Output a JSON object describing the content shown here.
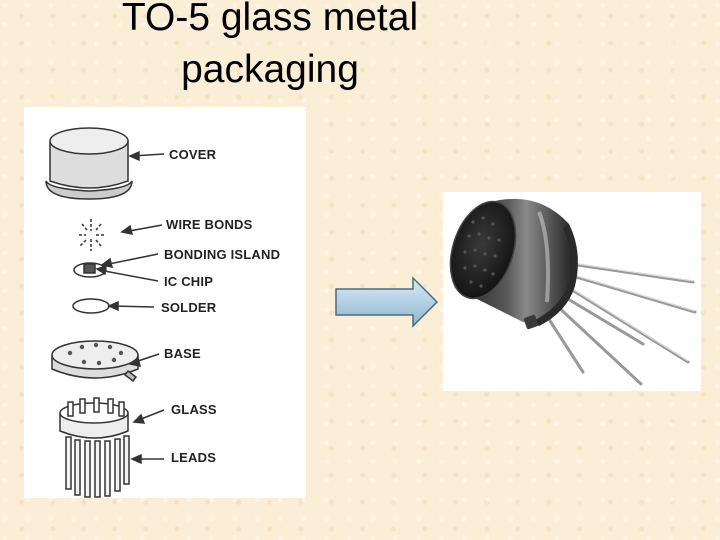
{
  "slide": {
    "title_line1": "TO-5 glass metal",
    "title_line2": "packaging"
  },
  "diagram": {
    "labels": {
      "cover": "COVER",
      "wire_bonds": "WIRE BONDS",
      "bonding_island": "BONDING ISLAND",
      "ic_chip": "IC CHIP",
      "solder": "SOLDER",
      "base": "BASE",
      "glass": "GLASS",
      "leads": "LEADS"
    }
  },
  "arrow": {
    "fill": "#b8d4e8",
    "stroke": "#4a6a80"
  }
}
